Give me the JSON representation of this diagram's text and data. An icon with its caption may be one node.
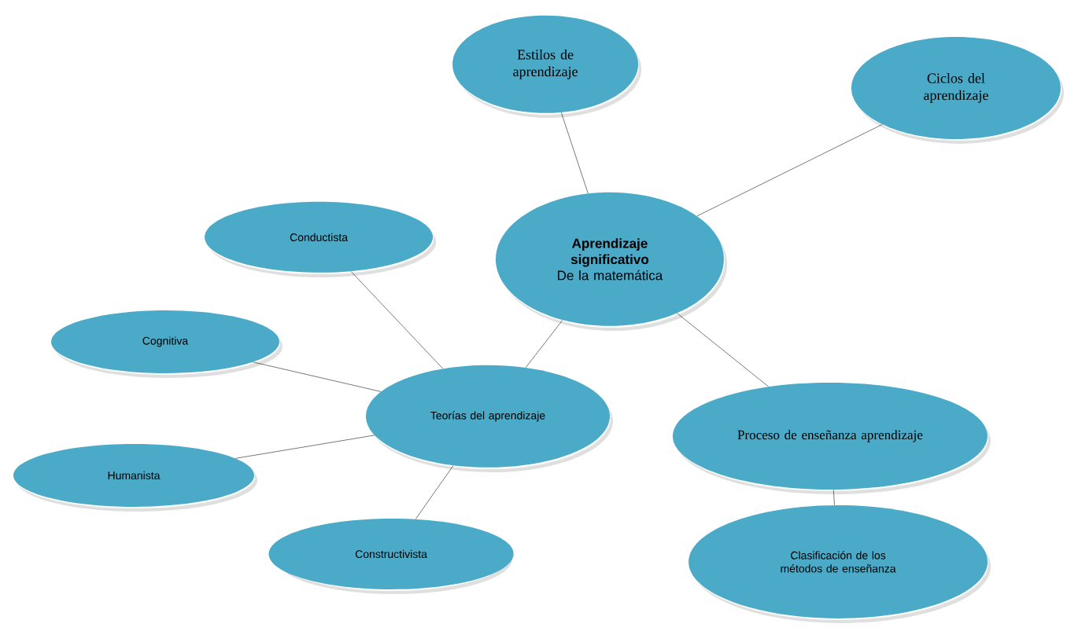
{
  "diagram": {
    "nodes": [
      {
        "text": [
          "Aprendizaje significativo",
          "De la matemática"
        ]
      },
      {
        "text": [
          "Estilos de aprendizaje"
        ]
      },
      {
        "text": [
          "Ciclos del aprendizaje"
        ]
      },
      {
        "text": [
          "Conductista"
        ]
      },
      {
        "text": [
          "Cognitiva"
        ]
      },
      {
        "text": [
          "Teorías del aprendizaje"
        ]
      },
      {
        "text": [
          "Proceso de enseñanza aprendizaje"
        ]
      },
      {
        "text": [
          "Humanista"
        ]
      },
      {
        "text": [
          "Constructivista"
        ]
      },
      {
        "text": [
          "Clasificación de los métodos de enseñanza"
        ]
      }
    ],
    "edges": [
      {
        "from": 0,
        "to": 1,
        "arrow": "none"
      },
      {
        "from": 0,
        "to": 2,
        "arrow": "none"
      },
      {
        "from": 0,
        "to": 5,
        "arrow": "none"
      },
      {
        "from": 0,
        "to": 6,
        "arrow": "none"
      },
      {
        "from": 5,
        "to": 3,
        "arrow": "none"
      },
      {
        "from": 5,
        "to": 4,
        "arrow": "none"
      },
      {
        "from": 5,
        "to": 7,
        "arrow": "none"
      },
      {
        "from": 5,
        "to": 8,
        "arrow": "none"
      },
      {
        "from": 6,
        "to": 9,
        "arrow": "none"
      }
    ]
  }
}
